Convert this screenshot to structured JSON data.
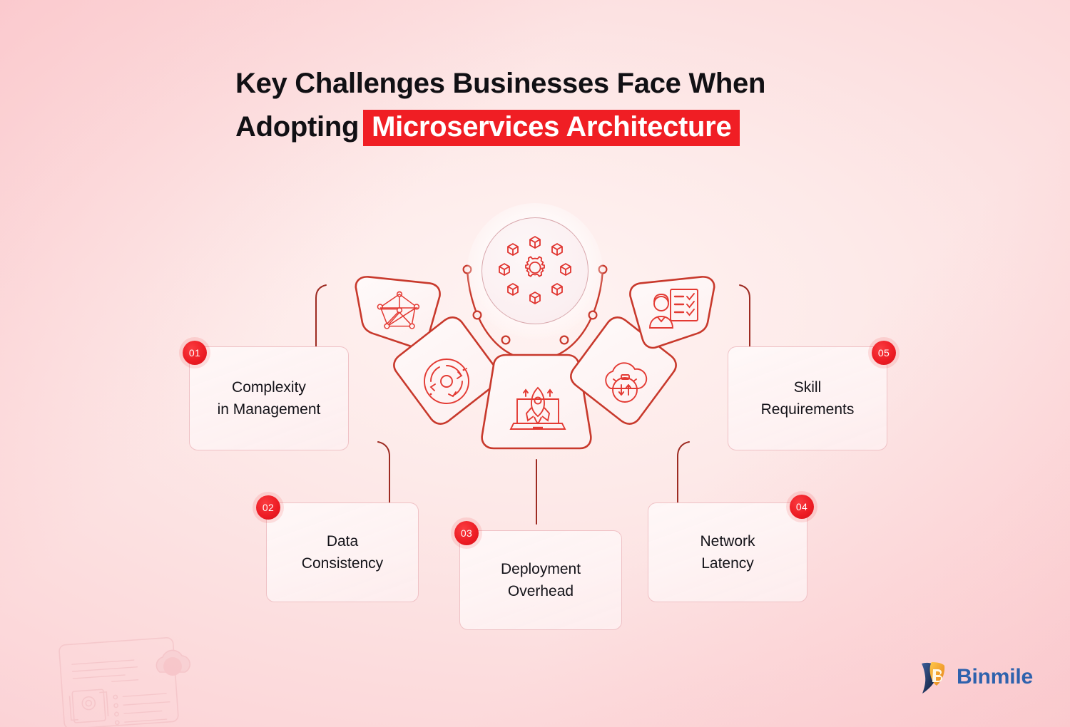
{
  "meta": {
    "bg_color_outer": "#f9c9ce",
    "bg_color_inner": "#fff3f2",
    "accent_red": "#ed1c24",
    "line_red": "#c0392b",
    "icon_red": "#e0342f",
    "text_dark": "#131218",
    "brand_blue": "#2f62ad",
    "brand_gold": "#f2a73b"
  },
  "title": {
    "line1": "Key Challenges Businesses Face When",
    "line2_plain": "Adopting",
    "line2_highlight": "Microservices Architecture"
  },
  "hub": {
    "icon": "microservices-gear-cubes-icon",
    "label": "Microservices Architecture"
  },
  "petals": [
    {
      "id": "petal-1",
      "icon": "network-mesh-icon",
      "icon_label": "Service mesh network graph"
    },
    {
      "id": "petal-2",
      "icon": "sync-circular-arrows-icon",
      "icon_label": "Data synchronization arrows"
    },
    {
      "id": "petal-3",
      "icon": "rocket-laptop-icon",
      "icon_label": "Rocket launching from laptop"
    },
    {
      "id": "petal-4",
      "icon": "cloud-stopwatch-icon",
      "icon_label": "Cloud latency stopwatch"
    },
    {
      "id": "petal-5",
      "icon": "person-checklist-icon",
      "icon_label": "Person with skills checklist"
    }
  ],
  "challenges": [
    {
      "number": "01",
      "line1": "Complexity",
      "line2": "in Management",
      "badge_side": "left"
    },
    {
      "number": "02",
      "line1": "Data",
      "line2": "Consistency",
      "badge_side": "left"
    },
    {
      "number": "03",
      "line1": "Deployment",
      "line2": "Overhead",
      "badge_side": "left"
    },
    {
      "number": "04",
      "line1": "Network",
      "line2": "Latency",
      "badge_side": "right"
    },
    {
      "number": "05",
      "line1": "Skill",
      "line2": "Requirements",
      "badge_side": "right"
    }
  ],
  "brand": {
    "name": "Binmile",
    "logo_icon": "binmile-shield-b-logo"
  },
  "decoration": {
    "watermark_icon": "document-cloud-watermark-illustration"
  }
}
